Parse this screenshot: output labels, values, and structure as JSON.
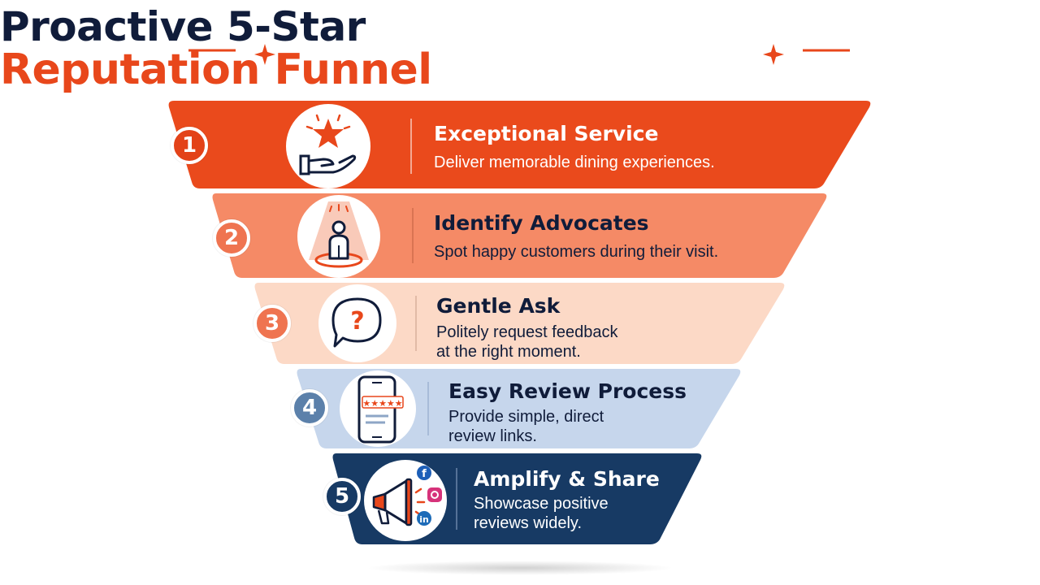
{
  "title": {
    "line1": "Proactive 5-Star",
    "line2": "Reputation Funnel"
  },
  "colors": {
    "title_dark": "#101c3a",
    "title_accent": "#e8471b",
    "stage1": "#ea4a1c",
    "stage2": "#f58a66",
    "stage3": "#fcd9c6",
    "stage4": "#c6d6ec",
    "stage5": "#173a64"
  },
  "stages": [
    {
      "number": "1",
      "title": "Exceptional Service",
      "description": "Deliver memorable dining experiences.",
      "icon": "hand-star-icon"
    },
    {
      "number": "2",
      "title": "Identify Advocates",
      "description": "Spot happy customers during their visit.",
      "icon": "spotlight-person-icon"
    },
    {
      "number": "3",
      "title": "Gentle Ask",
      "description": "Politely request feedback\nat the right moment.",
      "icon": "question-bubble-icon"
    },
    {
      "number": "4",
      "title": "Easy Review Process",
      "description": "Provide simple, direct\nreview links.",
      "icon": "phone-review-icon"
    },
    {
      "number": "5",
      "title": "Amplify & Share",
      "description": "Showcase positive\nreviews widely.",
      "icon": "megaphone-social-icon"
    }
  ]
}
